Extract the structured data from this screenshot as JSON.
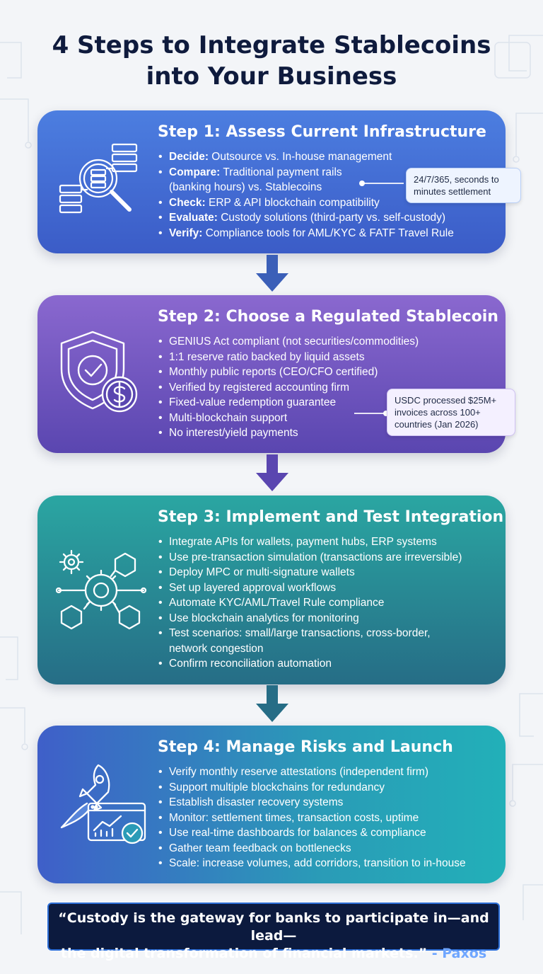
{
  "title_line1": "4 Steps to Integrate Stablecoins",
  "title_line2": "into Your Business",
  "step1": {
    "title": "Step 1: Assess Current Infrastructure",
    "items": [
      {
        "label": "Decide:",
        "text": " Outsource vs. In-house management"
      },
      {
        "label": "Compare:",
        "text": " Traditional payment rails"
      },
      {
        "label": "",
        "text": "(banking hours) vs. Stablecoins"
      },
      {
        "label": "Check:",
        "text": " ERP & API blockchain compatibility"
      },
      {
        "label": "Evaluate:",
        "text": " Custody solutions (third-party vs. self-custody)"
      },
      {
        "label": "Verify:",
        "text": " Compliance tools for AML/KYC & FATF Travel Rule"
      }
    ],
    "callout": "24/7/365, seconds to minutes settlement",
    "icon": "magnifier-server-icon"
  },
  "step2": {
    "title": "Step 2: Choose a Regulated Stablecoin",
    "items": [
      "GENIUS Act compliant (not securities/commodities)",
      "1:1 reserve ratio backed by liquid assets",
      "Monthly public reports (CEO/CFO certified)",
      "Verified by registered accounting firm",
      "Fixed-value redemption guarantee",
      "Multi-blockchain support",
      "No interest/yield payments"
    ],
    "callout": "USDC processed $25M+ invoices across 100+ countries (Jan 2026)",
    "icon": "shield-dollar-icon"
  },
  "step3": {
    "title": "Step 3: Implement and Test Integration",
    "items": [
      "Integrate APIs for wallets, payment hubs, ERP systems",
      "Use pre-transaction simulation (transactions are irreversible)",
      "Deploy MPC or multi-signature wallets",
      "Set up layered approval workflows",
      "Automate KYC/AML/Travel Rule compliance",
      "Use blockchain analytics for monitoring",
      "Test scenarios: small/large transactions, cross-border,",
      "network congestion",
      "Confirm reconciliation automation"
    ],
    "icon": "gears-network-icon"
  },
  "step4": {
    "title": "Step 4: Manage Risks and Launch",
    "items": [
      "Verify monthly reserve attestations (independent firm)",
      "Support multiple blockchains for redundancy",
      "Establish disaster recovery systems",
      "Monitor: settlement times, transaction costs, uptime",
      "Use real-time dashboards for balances & compliance",
      "Gather team feedback on bottlenecks",
      "Scale: increase volumes, add corridors, transition to in-house"
    ],
    "icon": "rocket-dashboard-icon"
  },
  "quote": {
    "line1": "“Custody is the gateway for banks to participate in—and lead—",
    "line2": "the digital transformation of financial markets.”",
    "author": " - Paxos"
  },
  "colors": {
    "title": "#0f1b3d",
    "step1": "#4c7ee0",
    "step2": "#7a5ac6",
    "step3": "#2a9c9c",
    "step4": "#2a9bb7",
    "arrow": "#3b5fb8",
    "quote_bg": "#0c1a3e",
    "quote_accent": "#6fa6ff"
  }
}
